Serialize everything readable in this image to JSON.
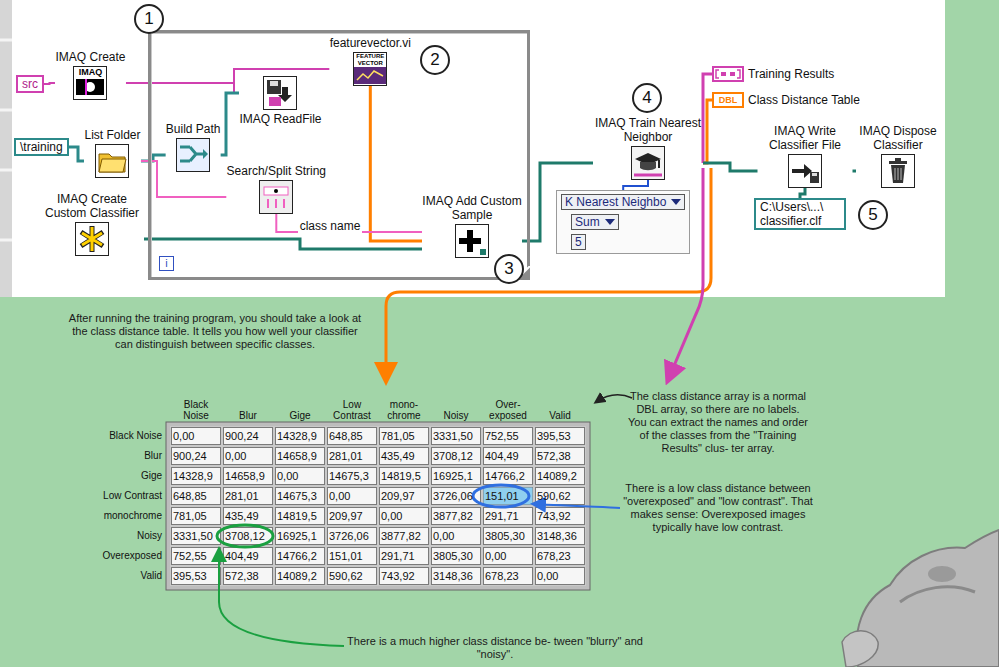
{
  "diagram": {
    "nodes": [
      {
        "text": [
          "src"
        ]
      },
      {
        "text": [
          "IMAQ Create",
          "IMAQ"
        ]
      },
      {
        "text": [
          "\\training"
        ]
      },
      {
        "text": [
          "List Folder"
        ]
      },
      {
        "text": [
          "IMAQ Create Custom Classifier"
        ]
      },
      {
        "text": [
          "i"
        ]
      },
      {
        "text": [
          "Build Path"
        ],
        "in": 5
      },
      {
        "text": [
          "IMAQ ReadFile"
        ],
        "in": 5
      },
      {
        "text": [
          "featurevector.vi",
          "FEATURE VECTOR"
        ],
        "in": 5
      },
      {
        "text": [
          "Search/Split String"
        ],
        "in": 5
      },
      {
        "text": [
          "IMAQ Add Custom Sample"
        ],
        "in": 5
      },
      {
        "text": [
          "IMAQ Train Nearest Neighbor"
        ]
      },
      {
        "text": [
          "K Nearest Neighbo",
          "Sum",
          "5"
        ]
      },
      {
        "text": [
          "Training Results"
        ]
      },
      {
        "text": [
          "DBL",
          "Class Distance Table"
        ]
      },
      {
        "text": [
          "IMAQ Write Classifier File"
        ]
      },
      {
        "text": [
          "C:\\Users\\...\\ classifier.clf"
        ]
      },
      {
        "text": [
          "IMAQ Dispose Classifier"
        ]
      }
    ],
    "edges": [
      {
        "from": 0,
        "to": 1,
        "arrow": "none"
      },
      {
        "from": 1,
        "to": 7,
        "arrow": "none"
      },
      {
        "from": 1,
        "to": 8,
        "arrow": "none"
      },
      {
        "from": 2,
        "to": 3,
        "arrow": "none"
      },
      {
        "from": 3,
        "to": 6,
        "arrow": "none"
      },
      {
        "from": 3,
        "to": 9,
        "arrow": "none"
      },
      {
        "from": 6,
        "to": 7,
        "arrow": "none"
      },
      {
        "from": 8,
        "to": 10,
        "arrow": "none"
      },
      {
        "from": 9,
        "to": 10,
        "label": "class name",
        "arrow": "none"
      },
      {
        "from": 4,
        "to": 10,
        "arrow": "none"
      },
      {
        "from": 10,
        "to": 11,
        "arrow": "none"
      },
      {
        "from": 12,
        "to": 11,
        "arrow": "none"
      },
      {
        "from": 11,
        "to": 13,
        "arrow": "none"
      },
      {
        "from": 11,
        "to": 14,
        "arrow": "none"
      },
      {
        "from": 11,
        "to": 15,
        "arrow": "none"
      },
      {
        "from": 16,
        "to": 15,
        "arrow": "none"
      },
      {
        "from": 15,
        "to": 17,
        "arrow": "none"
      }
    ],
    "labels": [
      "1",
      "2",
      "3",
      "4",
      "5",
      "After running the training program, you should take a look at the class distance table. It tells you how well your classifier can distinguish between specific classes.",
      "Black Noise",
      "Blur",
      "Gige",
      "Low Contrast",
      "mono- chrome",
      "Noisy",
      "Over- exposed",
      "Valid",
      "Black Noise",
      "0,00",
      "900,24",
      "14328,9",
      "648,85",
      "781,05",
      "3331,50",
      "752,55",
      "395,53",
      "Blur",
      "900,24",
      "0,00",
      "14658,9",
      "281,01",
      "435,49",
      "3708,12",
      "404,49",
      "572,38",
      "Gige",
      "14328,9",
      "14658,9",
      "0,00",
      "14675,3",
      "14819,5",
      "16925,1",
      "14766,2",
      "14089,2",
      "Low Contrast",
      "648,85",
      "281,01",
      "14675,3",
      "0,00",
      "209,97",
      "3726,06",
      "151,01",
      "590,62",
      "monochrome",
      "781,05",
      "435,49",
      "14819,5",
      "209,97",
      "0,00",
      "3877,82",
      "291,71",
      "743,92",
      "Noisy",
      "3331,50",
      "3708,12",
      "16925,1",
      "3726,06",
      "3877,82",
      "0,00",
      "3805,30",
      "3148,36",
      "Overexposed",
      "752,55",
      "404,49",
      "14766,2",
      "151,01",
      "291,71",
      "3805,30",
      "0,00",
      "678,23",
      "Valid",
      "395,53",
      "572,38",
      "14089,2",
      "590,62",
      "743,92",
      "3148,36",
      "678,23",
      "0,00",
      "The class distance array is a normal DBL array, so there are no labels. You can extract the names and order of the classes from the \"Training Results\" clus- ter array.",
      "There is a low class distance between \"overexposed\" and \"low contrast\". That makes sense: Overexposed images typically have low contrast.",
      "There is a much higher class distance be- tween \"blurry\" and \"noisy\"."
    ]
  }
}
